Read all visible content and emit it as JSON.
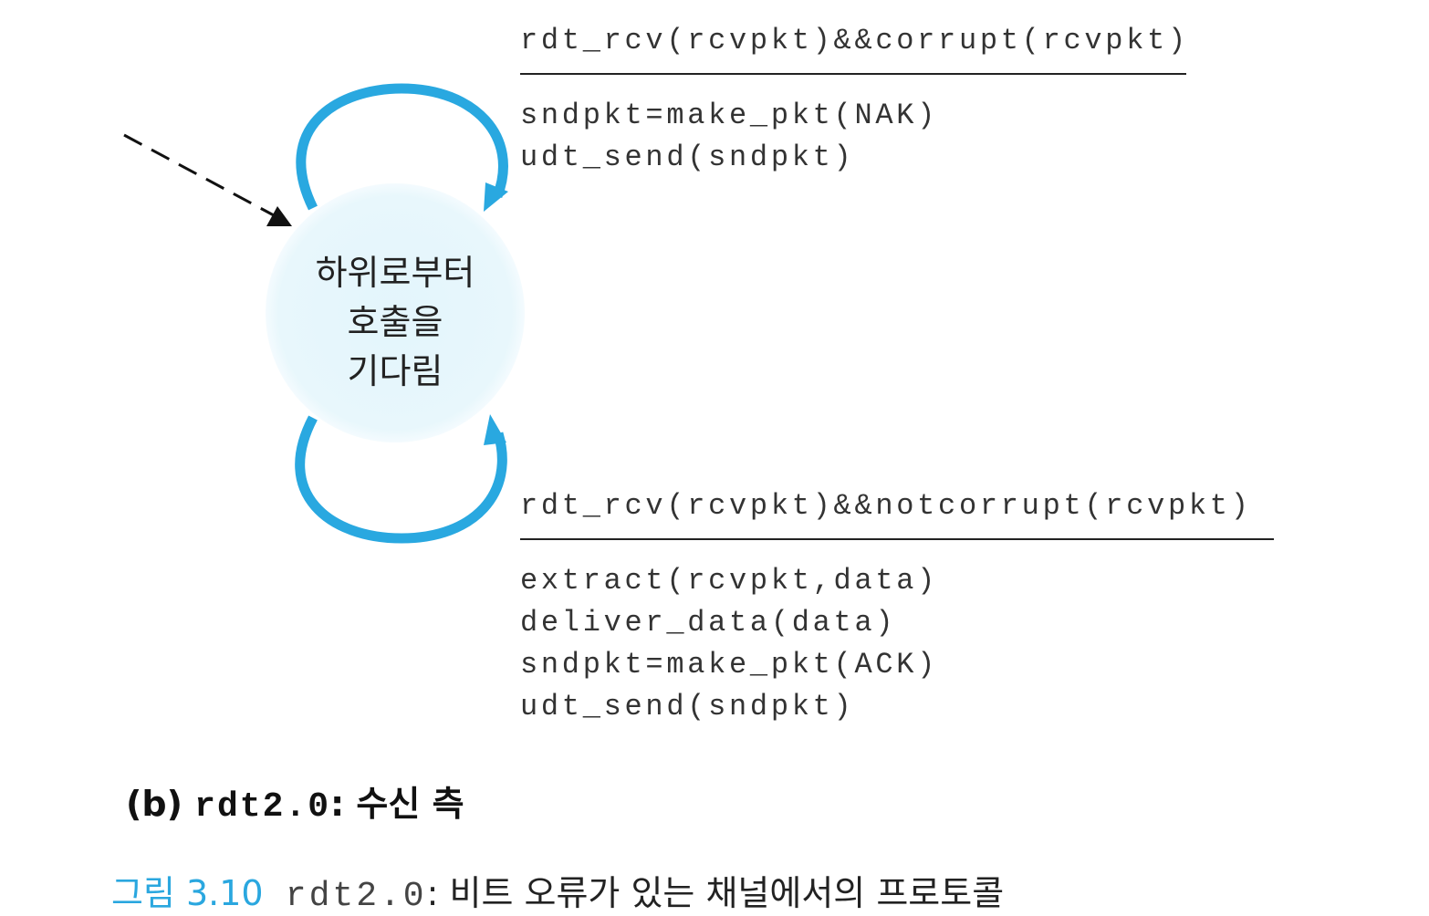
{
  "state": {
    "lines": [
      "하위로부터",
      "호출을",
      "기다림"
    ]
  },
  "transitions": [
    {
      "event": "rdt_rcv(rcvpkt)&&corrupt(rcvpkt)",
      "actions": [
        "sndpkt=make_pkt(NAK)",
        "udt_send(sndpkt)"
      ]
    },
    {
      "event": "rdt_rcv(rcvpkt)&&notcorrupt(rcvpkt)",
      "actions": [
        "extract(rcvpkt,data)",
        "deliver_data(data)",
        "sndpkt=make_pkt(ACK)",
        "udt_send(sndpkt)"
      ]
    }
  ],
  "subtitle": {
    "prefix": "(b) ",
    "code": "rdt2.0",
    "suffix": ": 수신 측"
  },
  "caption": {
    "label": "그림 3.10",
    "code": "rdt2.0",
    "text": ": 비트 오류가 있는 채널에서의 프로토콜"
  },
  "colors": {
    "arc": "#29a8e0",
    "state_fill": "#e6f6fc",
    "caption_accent": "#2aa7df"
  }
}
